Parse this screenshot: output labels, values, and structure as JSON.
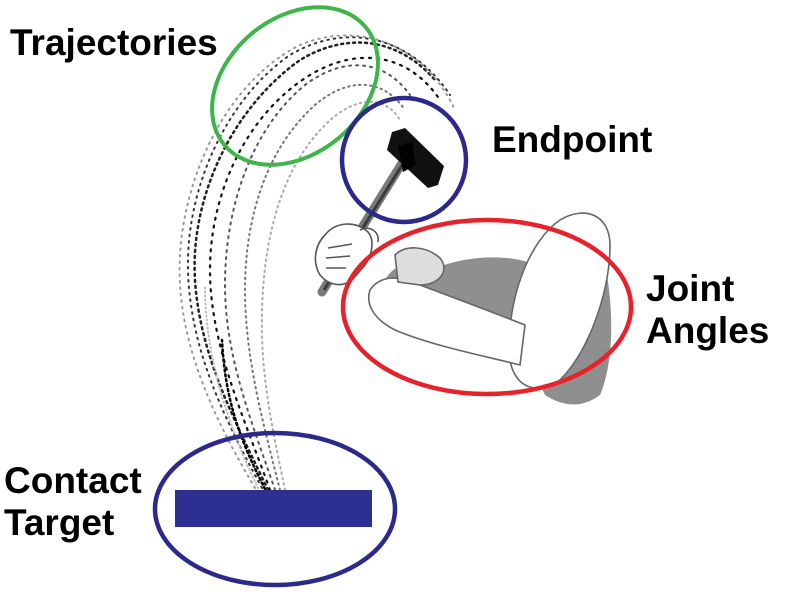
{
  "labels": {
    "trajectories": "Trajectories",
    "endpoint": "Endpoint",
    "joint_line1": "Joint",
    "joint_line2": "Angles",
    "contact_line1": "Contact",
    "contact_line2": "Target"
  },
  "colors": {
    "trajectories_ring": "#3db54a",
    "endpoint_ring": "#2b2a8c",
    "joint_ring": "#e8222a",
    "contact_ring": "#2b2a8c",
    "target_bar": "#2e2f93",
    "arm_fill": "#ffffff",
    "arm_shadow": "#8f8f8f",
    "hammer": "#111111"
  },
  "icons": {
    "hand": "hand-gripping-icon",
    "hammer": "hammer-icon",
    "arm": "arm-illustration"
  }
}
